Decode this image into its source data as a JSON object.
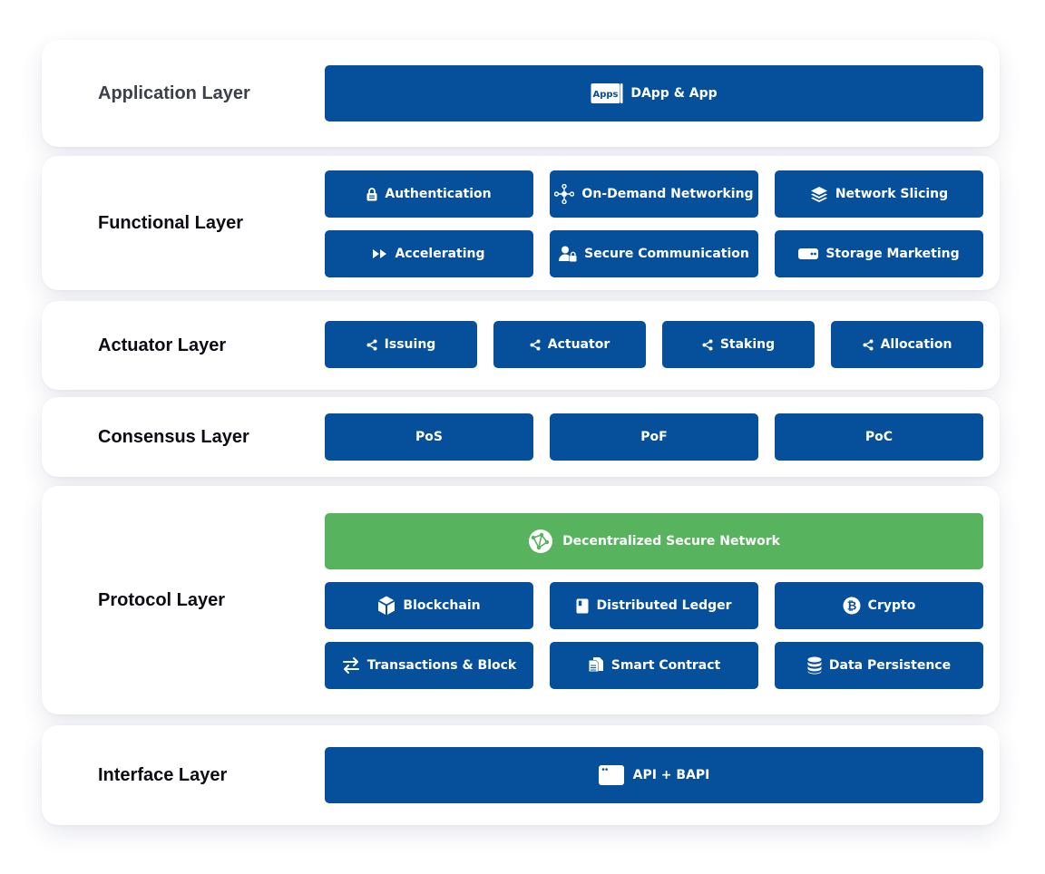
{
  "layers": {
    "application": {
      "label": "Application Layer",
      "app_button": "DApp & App",
      "app_badge": "Apps"
    },
    "functional": {
      "label": "Functional Layer",
      "items": [
        "Authentication",
        "On-Demand Networking",
        "Network Slicing",
        "Accelerating",
        "Secure Communication",
        "Storage Marketing"
      ]
    },
    "actuator": {
      "label": "Actuator Layer",
      "items": [
        "Issuing",
        "Actuator",
        "Staking",
        "Allocation"
      ]
    },
    "consensus": {
      "label": "Consensus Layer",
      "items": [
        "PoS",
        "PoF",
        "PoC"
      ]
    },
    "protocol": {
      "label": "Protocol Layer",
      "network": "Decentralized Secure Network",
      "items": [
        "Blockchain",
        "Distributed Ledger",
        "Crypto",
        "Transactions & Block",
        "Smart Contract",
        "Data Persistence"
      ]
    },
    "interface": {
      "label": "Interface Layer",
      "api_button": "API + BAPI"
    }
  },
  "colors": {
    "primary_blue": "#06509b",
    "network_green": "#57b35e",
    "label_text": "#0c0c14"
  }
}
